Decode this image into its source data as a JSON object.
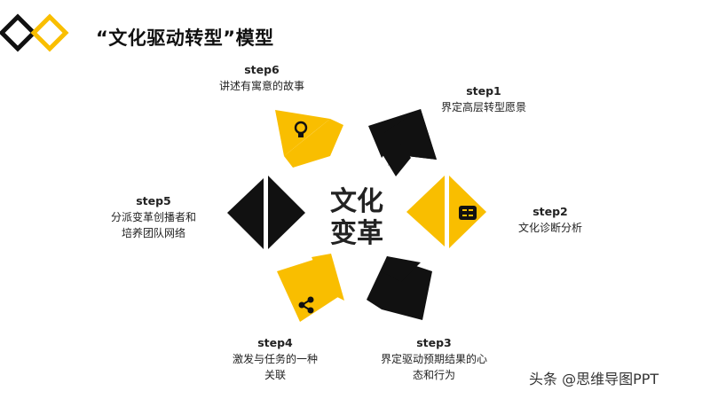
{
  "title": "“文化驱动转型”模型",
  "center": {
    "line1": "文化",
    "line2": "变革"
  },
  "steps": [
    {
      "label": "step1",
      "desc": "界定高层转型愿景"
    },
    {
      "label": "step2",
      "desc": "文化诊断分析"
    },
    {
      "label": "step3",
      "desc": "界定驱动预期结果的心\n态和行为"
    },
    {
      "label": "step4",
      "desc": "激发与任务的一种\n关联"
    },
    {
      "label": "step5",
      "desc": "分派变革创播者和\n培养团队网络"
    },
    {
      "label": "step6",
      "desc": "讲述有寓意的故事"
    }
  ],
  "watermark": "头条 @思维导图PPT",
  "colors": {
    "accent": "#F9BE00",
    "dark": "#111111"
  },
  "icons": {
    "step6": "lightbulb-icon",
    "step2": "list-icon",
    "step4": "share-icon"
  }
}
